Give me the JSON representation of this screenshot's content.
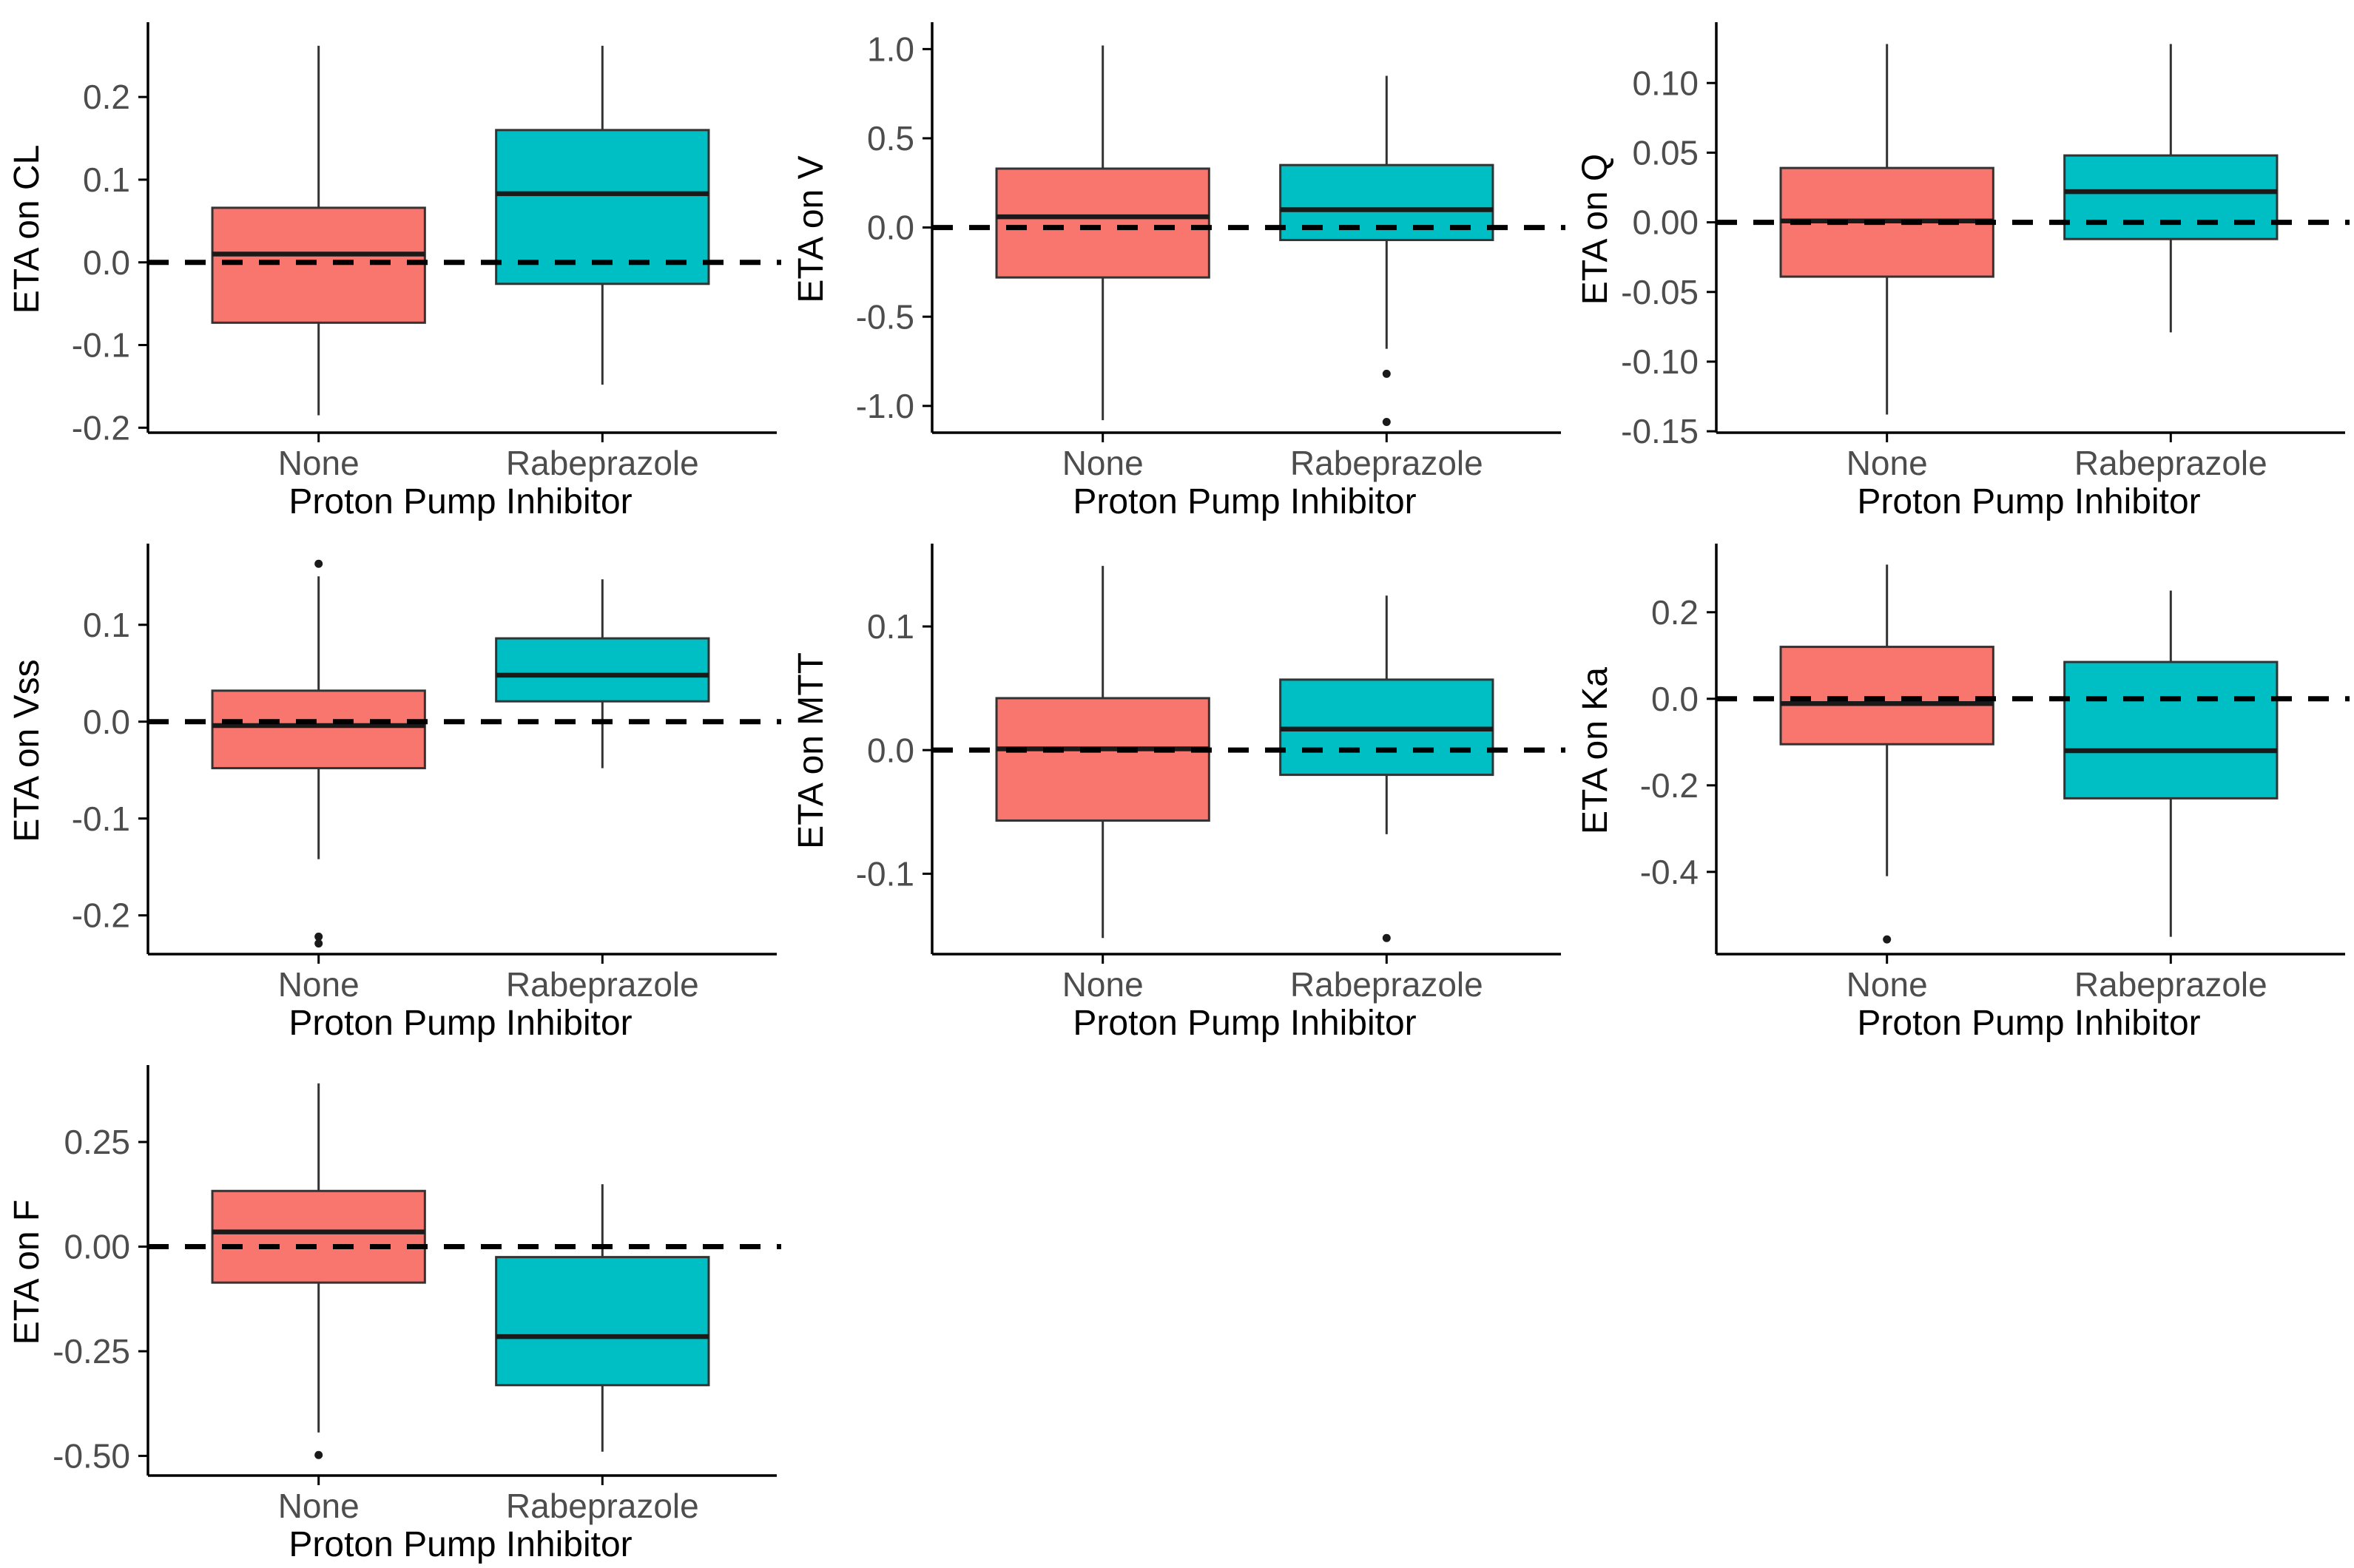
{
  "figure": {
    "xlabel": "Proton Pump Inhibitor",
    "categories": [
      "None",
      "Rabeprazole"
    ],
    "colors": {
      "none_fill": "#F8766D",
      "rabeprazole_fill": "#00BFC4",
      "axis_text": "#4d4d4d",
      "axis_title": "#000000",
      "box_border": "#333333",
      "median": "#1a1a1a",
      "reference_line": "#000000"
    },
    "reference_line_y": 0,
    "legend": "none",
    "grid": "off"
  },
  "chart_data": [
    {
      "type": "boxplot",
      "ylabel": "ETA on CL",
      "xlabel": "Proton Pump Inhibitor",
      "categories": [
        "None",
        "Rabeprazole"
      ],
      "ylim": [
        -0.206,
        0.286
      ],
      "reference_line_y": 0,
      "yticks": [
        {
          "label": "0.2",
          "value": 0.2
        },
        {
          "label": "0.1",
          "value": 0.1
        },
        {
          "label": "0.0",
          "value": 0.0
        },
        {
          "label": "-0.1",
          "value": -0.1
        },
        {
          "label": "-0.2",
          "value": -0.2
        }
      ],
      "series": [
        {
          "name": "None",
          "color": "#F8766D",
          "whisker_low": -0.185,
          "q1": -0.073,
          "median": 0.01,
          "q3": 0.066,
          "whisker_high": 0.262,
          "outliers": []
        },
        {
          "name": "Rabeprazole",
          "color": "#00BFC4",
          "whisker_low": -0.148,
          "q1": -0.026,
          "median": 0.083,
          "q3": 0.16,
          "whisker_high": 0.262,
          "outliers": []
        }
      ]
    },
    {
      "type": "boxplot",
      "ylabel": "ETA on V",
      "xlabel": "Proton Pump Inhibitor",
      "categories": [
        "None",
        "Rabeprazole"
      ],
      "ylim": [
        -1.15,
        1.13
      ],
      "reference_line_y": 0,
      "yticks": [
        {
          "label": "1.0",
          "value": 1.0
        },
        {
          "label": "0.5",
          "value": 0.5
        },
        {
          "label": "0.0",
          "value": 0.0
        },
        {
          "label": "-0.5",
          "value": -0.5
        },
        {
          "label": "-1.0",
          "value": -1.0
        }
      ],
      "series": [
        {
          "name": "None",
          "color": "#F8766D",
          "whisker_low": -1.08,
          "q1": -0.28,
          "median": 0.06,
          "q3": 0.33,
          "whisker_high": 1.02,
          "outliers": []
        },
        {
          "name": "Rabeprazole",
          "color": "#00BFC4",
          "whisker_low": -0.68,
          "q1": -0.07,
          "median": 0.1,
          "q3": 0.35,
          "whisker_high": 0.85,
          "outliers": [
            -0.82,
            -1.09
          ]
        }
      ]
    },
    {
      "type": "boxplot",
      "ylabel": "ETA on Q",
      "xlabel": "Proton Pump Inhibitor",
      "categories": [
        "None",
        "Rabeprazole"
      ],
      "ylim": [
        -0.151,
        0.141
      ],
      "reference_line_y": 0,
      "yticks": [
        {
          "label": "0.10",
          "value": 0.1
        },
        {
          "label": "0.05",
          "value": 0.05
        },
        {
          "label": "0.00",
          "value": 0.0
        },
        {
          "label": "-0.05",
          "value": -0.05
        },
        {
          "label": "-0.10",
          "value": -0.1
        },
        {
          "label": "-0.15",
          "value": -0.15
        }
      ],
      "series": [
        {
          "name": "None",
          "color": "#F8766D",
          "whisker_low": -0.138,
          "q1": -0.039,
          "median": 0.001,
          "q3": 0.039,
          "whisker_high": 0.128,
          "outliers": []
        },
        {
          "name": "Rabeprazole",
          "color": "#00BFC4",
          "whisker_low": -0.079,
          "q1": -0.012,
          "median": 0.022,
          "q3": 0.048,
          "whisker_high": 0.128,
          "outliers": []
        }
      ]
    },
    {
      "type": "boxplot",
      "ylabel": "ETA on Vss",
      "xlabel": "Proton Pump Inhibitor",
      "categories": [
        "None",
        "Rabeprazole"
      ],
      "ylim": [
        -0.24,
        0.18
      ],
      "reference_line_y": 0,
      "yticks": [
        {
          "label": "0.1",
          "value": 0.1
        },
        {
          "label": "0.0",
          "value": 0.0
        },
        {
          "label": "-0.1",
          "value": -0.1
        },
        {
          "label": "-0.2",
          "value": -0.2
        }
      ],
      "series": [
        {
          "name": "None",
          "color": "#F8766D",
          "whisker_low": -0.142,
          "q1": -0.048,
          "median": -0.004,
          "q3": 0.032,
          "whisker_high": 0.15,
          "outliers": [
            0.163,
            -0.222,
            -0.229
          ]
        },
        {
          "name": "Rabeprazole",
          "color": "#00BFC4",
          "whisker_low": -0.048,
          "q1": 0.021,
          "median": 0.048,
          "q3": 0.086,
          "whisker_high": 0.147,
          "outliers": []
        }
      ]
    },
    {
      "type": "boxplot",
      "ylabel": "ETA on MTT",
      "xlabel": "Proton Pump Inhibitor",
      "categories": [
        "None",
        "Rabeprazole"
      ],
      "ylim": [
        -0.165,
        0.164
      ],
      "reference_line_y": 0,
      "yticks": [
        {
          "label": "0.1",
          "value": 0.1
        },
        {
          "label": "0.0",
          "value": 0.0
        },
        {
          "label": "-0.1",
          "value": -0.1
        }
      ],
      "series": [
        {
          "name": "None",
          "color": "#F8766D",
          "whisker_low": -0.152,
          "q1": -0.057,
          "median": 0.001,
          "q3": 0.042,
          "whisker_high": 0.149,
          "outliers": []
        },
        {
          "name": "Rabeprazole",
          "color": "#00BFC4",
          "whisker_low": -0.068,
          "q1": -0.02,
          "median": 0.017,
          "q3": 0.057,
          "whisker_high": 0.125,
          "outliers": [
            -0.152
          ]
        }
      ]
    },
    {
      "type": "boxplot",
      "ylabel": "ETA on Ka",
      "xlabel": "Proton Pump Inhibitor",
      "categories": [
        "None",
        "Rabeprazole"
      ],
      "ylim": [
        -0.59,
        0.35
      ],
      "reference_line_y": 0,
      "yticks": [
        {
          "label": "0.2",
          "value": 0.2
        },
        {
          "label": "0.0",
          "value": 0.0
        },
        {
          "label": "-0.2",
          "value": -0.2
        },
        {
          "label": "-0.4",
          "value": -0.4
        }
      ],
      "series": [
        {
          "name": "None",
          "color": "#F8766D",
          "whisker_low": -0.41,
          "q1": -0.105,
          "median": -0.011,
          "q3": 0.12,
          "whisker_high": 0.31,
          "outliers": [
            -0.556
          ]
        },
        {
          "name": "Rabeprazole",
          "color": "#00BFC4",
          "whisker_low": -0.55,
          "q1": -0.23,
          "median": -0.12,
          "q3": 0.085,
          "whisker_high": 0.25,
          "outliers": []
        }
      ]
    },
    {
      "type": "boxplot",
      "ylabel": "ETA on F",
      "xlabel": "Proton Pump Inhibitor",
      "categories": [
        "None",
        "Rabeprazole"
      ],
      "ylim": [
        -0.547,
        0.425
      ],
      "reference_line_y": 0,
      "yticks": [
        {
          "label": "0.25",
          "value": 0.25
        },
        {
          "label": "0.00",
          "value": 0.0
        },
        {
          "label": "-0.25",
          "value": -0.25
        },
        {
          "label": "-0.50",
          "value": -0.5
        }
      ],
      "series": [
        {
          "name": "None",
          "color": "#F8766D",
          "whisker_low": -0.444,
          "q1": -0.086,
          "median": 0.035,
          "q3": 0.133,
          "whisker_high": 0.39,
          "outliers": [
            -0.498
          ]
        },
        {
          "name": "Rabeprazole",
          "color": "#00BFC4",
          "whisker_low": -0.49,
          "q1": -0.331,
          "median": -0.215,
          "q3": -0.025,
          "whisker_high": 0.149,
          "outliers": []
        }
      ]
    }
  ]
}
